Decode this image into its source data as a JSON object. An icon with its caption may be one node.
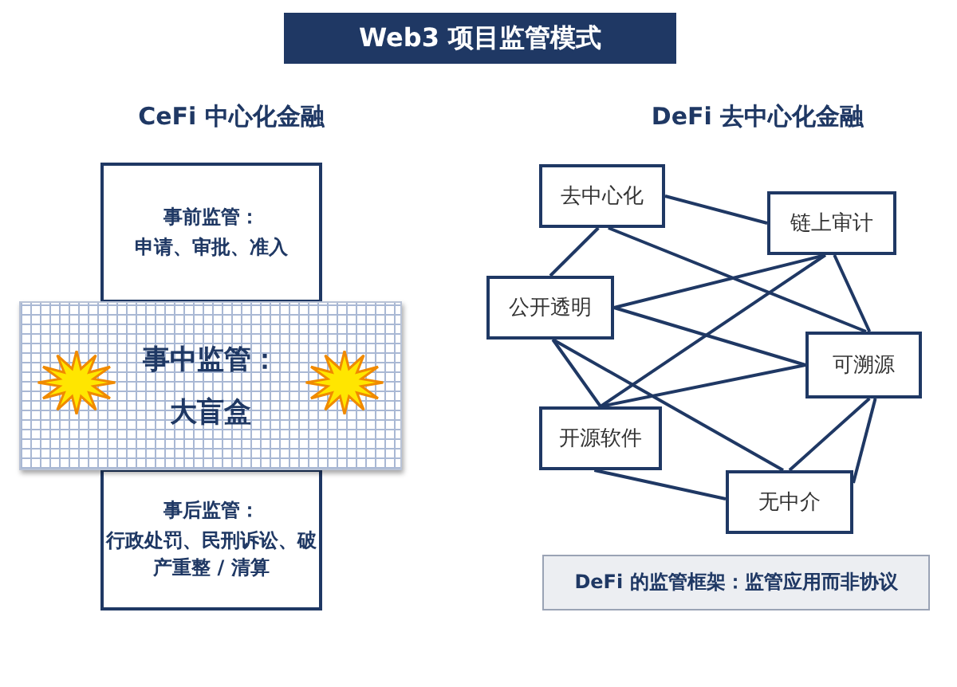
{
  "diagram": {
    "title": "Web3 项目监管模式",
    "nodes": [
      {
        "text": [
          "事前监管：",
          "申请、审批、准入"
        ]
      },
      {
        "text": [
          "事中监管：",
          "大盲盒"
        ]
      },
      {
        "text": [
          "事后监管：",
          "行政处罚、民刑诉讼、破产重整 / 清算"
        ]
      },
      {
        "text": [
          "去中心化"
        ]
      },
      {
        "text": [
          "链上审计"
        ]
      },
      {
        "text": [
          "公开透明"
        ]
      },
      {
        "text": [
          "可溯源"
        ]
      },
      {
        "text": [
          "开源软件"
        ]
      },
      {
        "text": [
          "无中介"
        ]
      },
      {
        "text": [
          "DeFi 的监管框架：监管应用而非协议"
        ]
      }
    ],
    "edges": [
      {
        "from": 3,
        "to": 4,
        "arrow": "none"
      },
      {
        "from": 3,
        "to": 5,
        "arrow": "none"
      },
      {
        "from": 3,
        "to": 6,
        "arrow": "none"
      },
      {
        "from": 4,
        "to": 5,
        "arrow": "none"
      },
      {
        "from": 4,
        "to": 7,
        "arrow": "none"
      },
      {
        "from": 4,
        "to": 6,
        "arrow": "none"
      },
      {
        "from": 5,
        "to": 6,
        "arrow": "none"
      },
      {
        "from": 5,
        "to": 7,
        "arrow": "none"
      },
      {
        "from": 5,
        "to": 8,
        "arrow": "none"
      },
      {
        "from": 7,
        "to": 6,
        "arrow": "none"
      },
      {
        "from": 7,
        "to": 8,
        "arrow": "none"
      },
      {
        "from": 6,
        "to": 8,
        "arrow": "none"
      },
      {
        "from": 6,
        "to": 8,
        "arrow": "none"
      }
    ],
    "labels": [
      "CeFi 中心化金融",
      "DeFi 去中心化金融"
    ]
  }
}
